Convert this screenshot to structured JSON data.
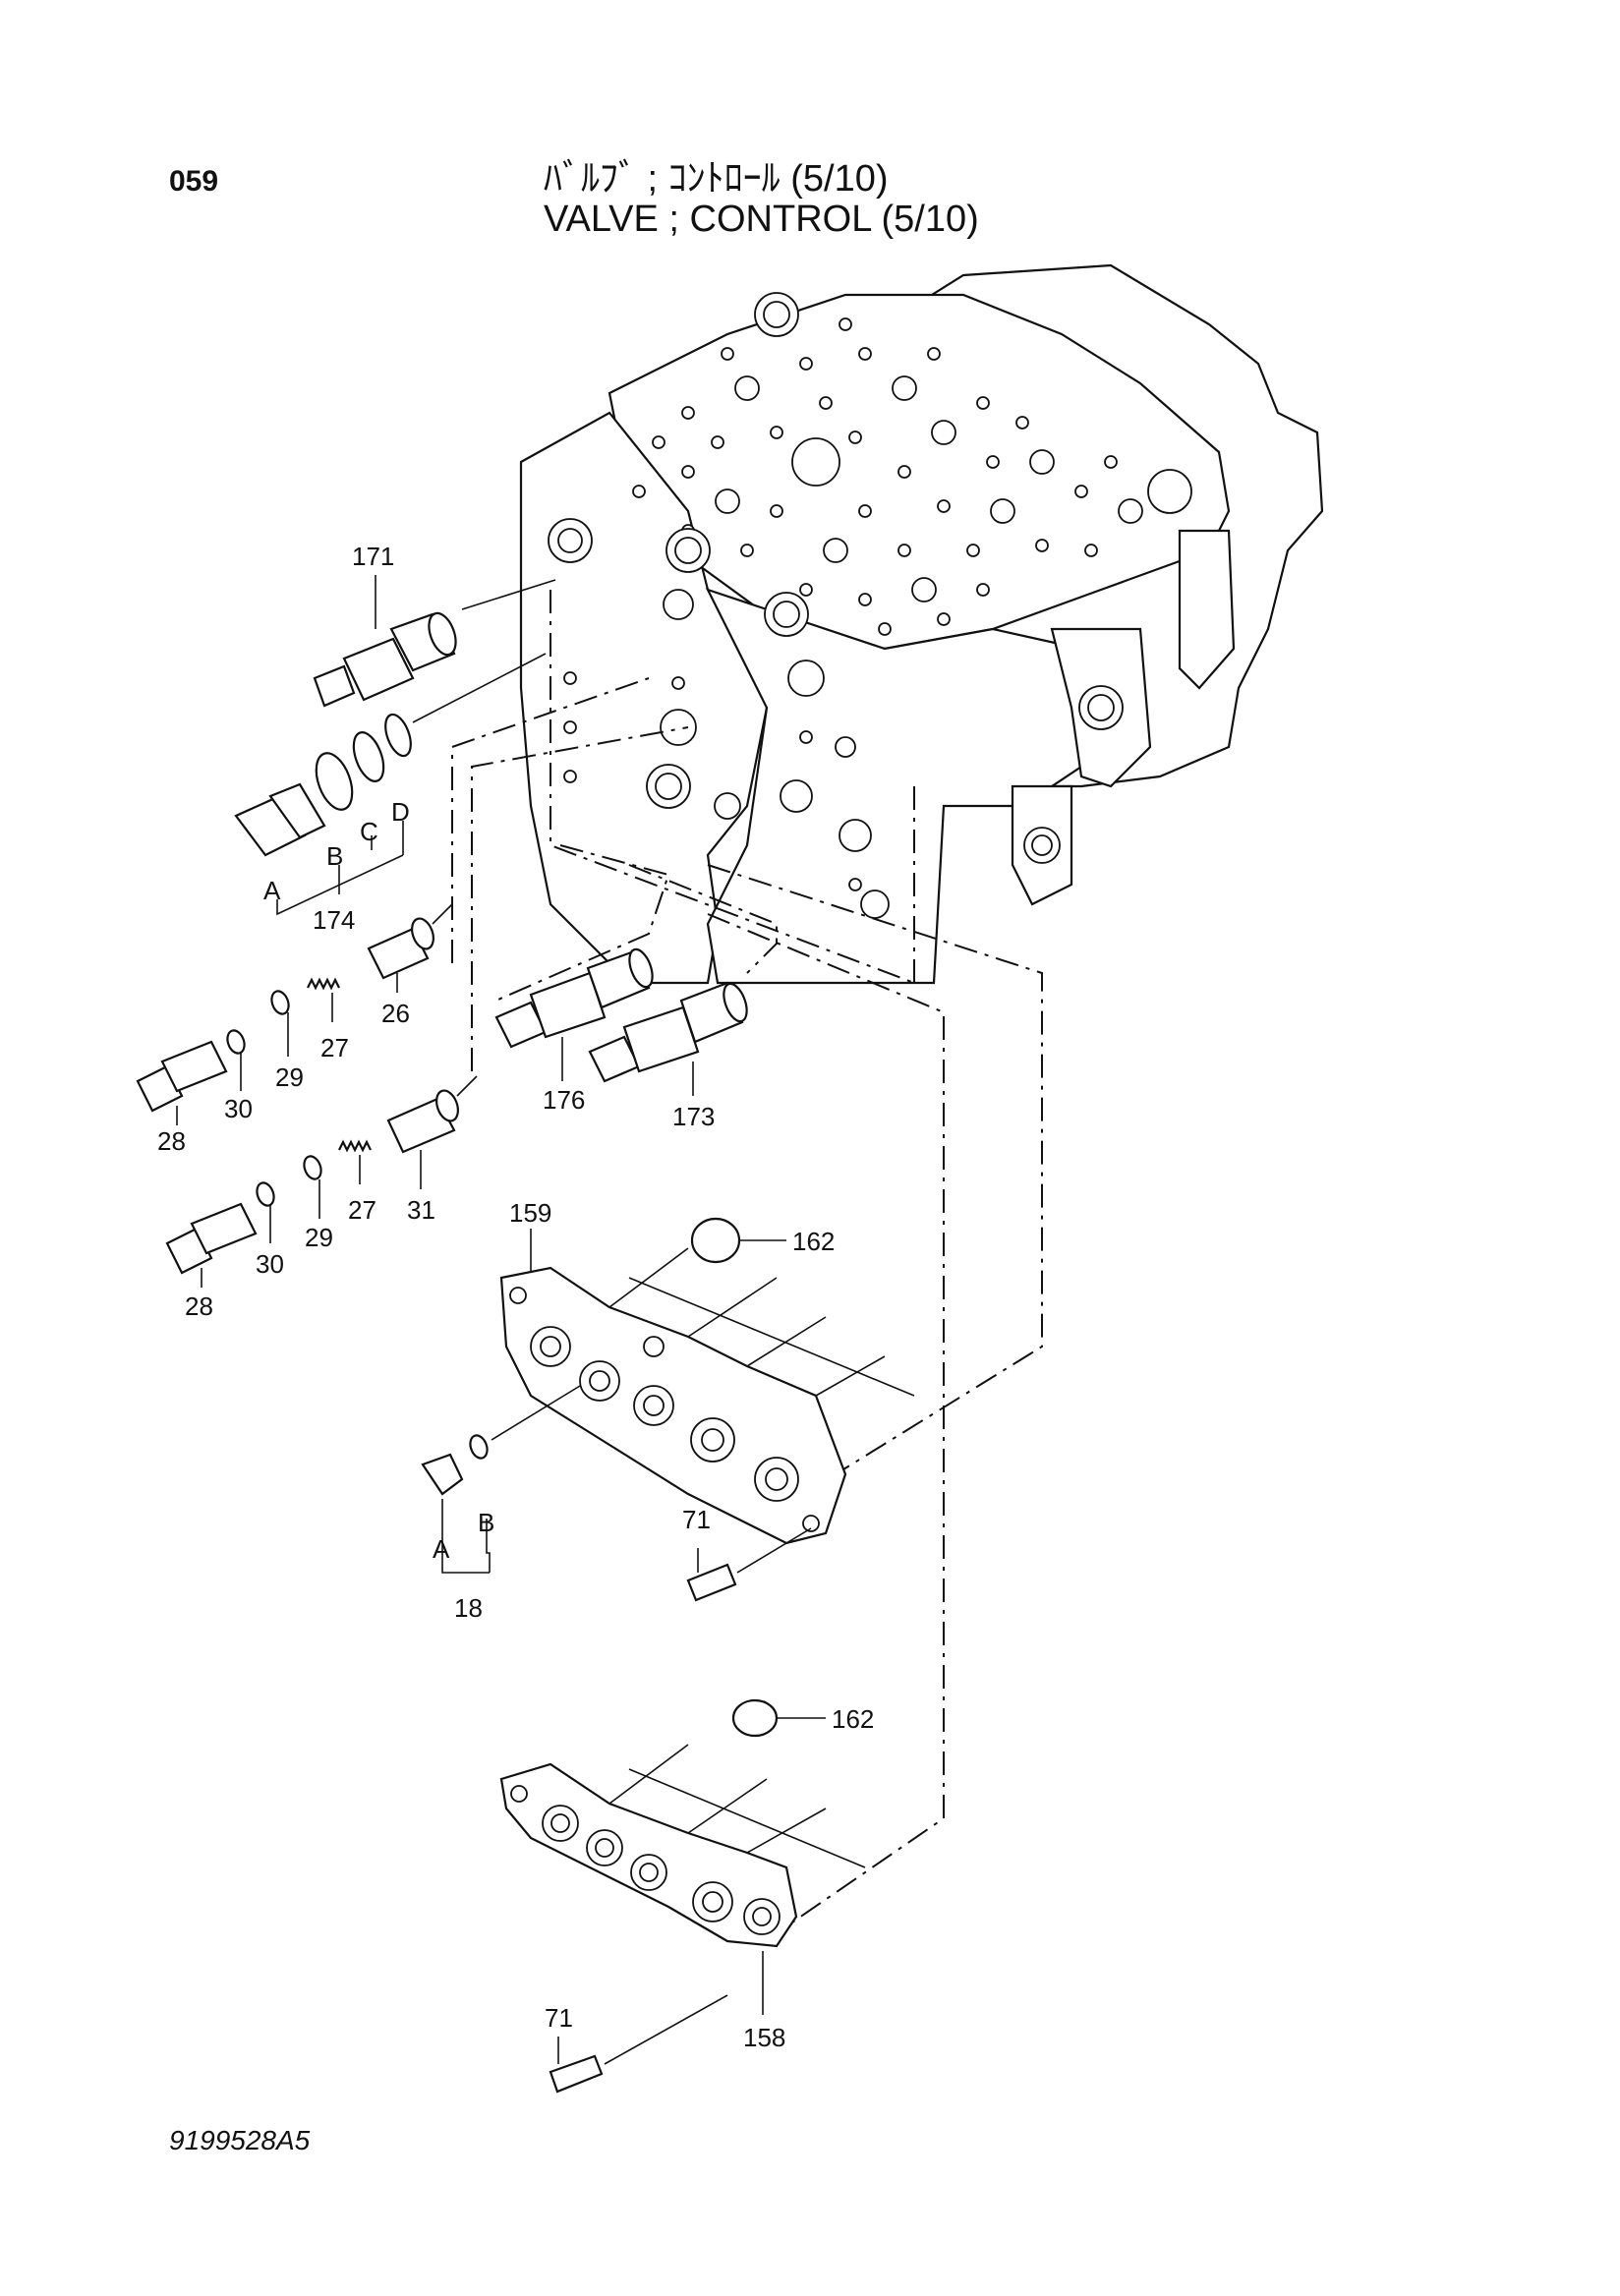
{
  "header": {
    "page_number": "059",
    "title_jp": "ﾊﾞﾙﾌﾞ ; ｺﾝﾄﾛｰﾙ (5/10)",
    "title_en": "VALVE ; CONTROL (5/10)"
  },
  "footer": {
    "drawing_number": "9199528A5"
  },
  "callouts": {
    "c171": "171",
    "c174": "174",
    "c174_a": "A",
    "c174_b": "B",
    "c174_c": "C",
    "c174_d": "D",
    "c26": "26",
    "c27_1": "27",
    "c29_1": "29",
    "c30_1": "30",
    "c28_1": "28",
    "c176": "176",
    "c173": "173",
    "c31": "31",
    "c27_2": "27",
    "c29_2": "29",
    "c30_2": "30",
    "c28_2": "28",
    "c159": "159",
    "c162_1": "162",
    "c18": "18",
    "c18_a": "A",
    "c18_b": "B",
    "c71_1": "71",
    "c162_2": "162",
    "c71_2": "71",
    "c158": "158"
  }
}
